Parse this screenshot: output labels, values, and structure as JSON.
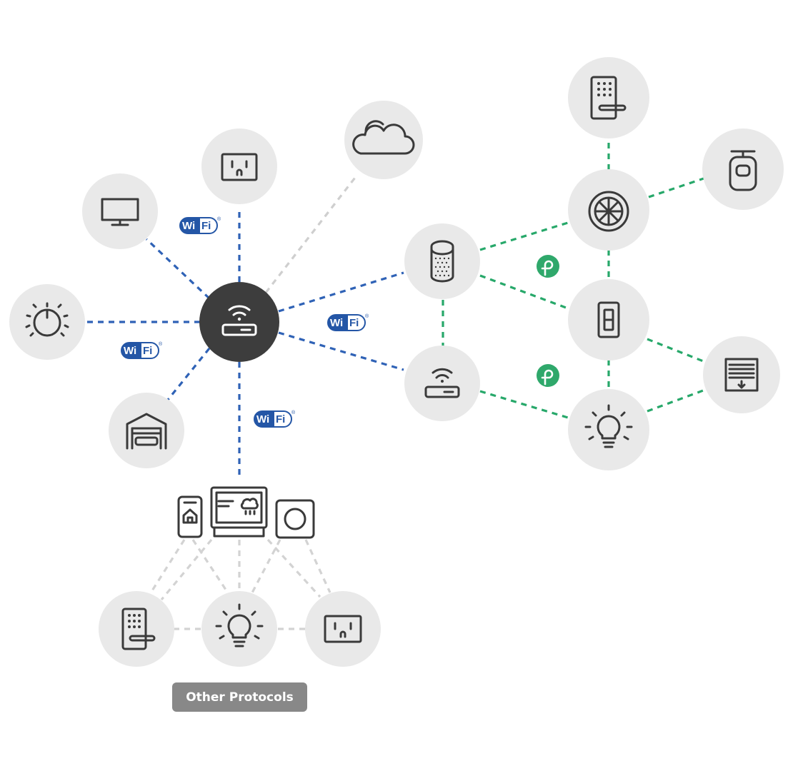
{
  "badges": {
    "wifi_a": "Wi",
    "wifi_b": "Fi",
    "wifi_mark": "®"
  },
  "labels": {
    "other_protocols": "Other Protocols"
  },
  "colors": {
    "wifi_link": "#2f62b6",
    "thread_link": "#27a86a",
    "other_link": "#d3d3d3",
    "node_fill": "#e9e9e9",
    "router_fill": "#3d3d3d",
    "label_fill": "#888888"
  },
  "nodes": [
    {
      "id": "wifi-router",
      "icon": "wifi-router-icon",
      "network": "wifi-hub"
    },
    {
      "id": "cloud",
      "icon": "cloud-icon",
      "network": "internet"
    },
    {
      "id": "smart-plug",
      "icon": "outlet-icon",
      "network": "wifi"
    },
    {
      "id": "monitor",
      "icon": "monitor-icon",
      "network": "wifi"
    },
    {
      "id": "thermostat",
      "icon": "dial-icon",
      "network": "wifi"
    },
    {
      "id": "garage",
      "icon": "garage-icon",
      "network": "wifi"
    },
    {
      "id": "hub-group",
      "icon": "controller-group-icon",
      "network": "wifi"
    },
    {
      "id": "smart-speaker",
      "icon": "speaker-icon",
      "network": "thread-border"
    },
    {
      "id": "thread-router",
      "icon": "wifi-router-icon",
      "network": "thread-border"
    },
    {
      "id": "door-lock",
      "icon": "keypad-lock-icon",
      "network": "thread"
    },
    {
      "id": "camera",
      "icon": "camera-icon",
      "network": "thread"
    },
    {
      "id": "ceiling-fan",
      "icon": "fan-icon",
      "network": "thread"
    },
    {
      "id": "light-switch",
      "icon": "switch-icon",
      "network": "thread"
    },
    {
      "id": "window-blinds",
      "icon": "blinds-icon",
      "network": "thread"
    },
    {
      "id": "light-bulb",
      "icon": "bulb-icon",
      "network": "thread"
    },
    {
      "id": "other-lock",
      "icon": "keypad-lock-icon",
      "network": "other"
    },
    {
      "id": "other-bulb",
      "icon": "bulb-icon",
      "network": "other"
    },
    {
      "id": "other-plug",
      "icon": "outlet-icon",
      "network": "other"
    }
  ],
  "links": {
    "wifi": [
      [
        "wifi-router",
        "smart-plug"
      ],
      [
        "wifi-router",
        "monitor"
      ],
      [
        "wifi-router",
        "thermostat"
      ],
      [
        "wifi-router",
        "garage"
      ],
      [
        "wifi-router",
        "hub-group"
      ],
      [
        "wifi-router",
        "smart-speaker"
      ],
      [
        "wifi-router",
        "thread-router"
      ]
    ],
    "internet": [
      [
        "wifi-router",
        "cloud"
      ]
    ],
    "thread": [
      [
        "smart-speaker",
        "thread-router"
      ],
      [
        "smart-speaker",
        "ceiling-fan"
      ],
      [
        "smart-speaker",
        "light-switch"
      ],
      [
        "thread-router",
        "light-bulb"
      ],
      [
        "ceiling-fan",
        "door-lock"
      ],
      [
        "ceiling-fan",
        "camera"
      ],
      [
        "ceiling-fan",
        "light-switch"
      ],
      [
        "light-switch",
        "light-bulb"
      ],
      [
        "light-switch",
        "window-blinds"
      ],
      [
        "light-bulb",
        "window-blinds"
      ]
    ],
    "other": [
      [
        "hub-group",
        "other-lock"
      ],
      [
        "hub-group",
        "other-bulb"
      ],
      [
        "hub-group",
        "other-plug"
      ],
      [
        "other-lock",
        "other-bulb"
      ],
      [
        "other-bulb",
        "other-plug"
      ]
    ]
  }
}
